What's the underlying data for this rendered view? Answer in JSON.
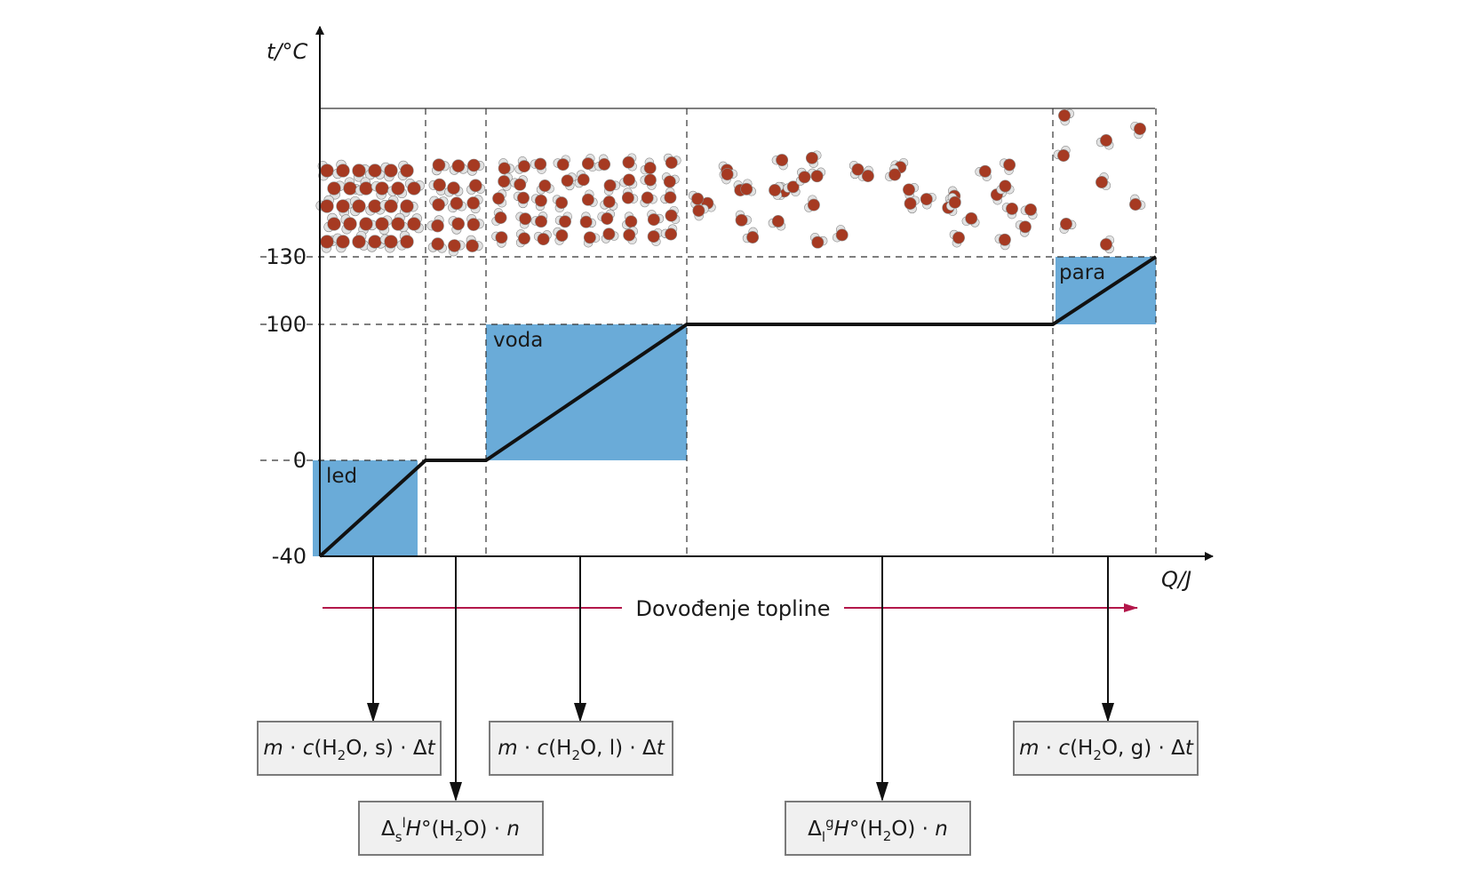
{
  "diagram": {
    "y_axis_label": "t/°C",
    "x_axis_label": "Q/J",
    "y_ticks": [
      "130",
      "100",
      "0",
      "-40"
    ],
    "phase_labels": {
      "solid": "led",
      "liquid": "voda",
      "gas": "para"
    },
    "heat_arrow_label": "Dovođenje topline",
    "colors": {
      "region_fill": "#6aabd8",
      "curve": "#111111",
      "heat_arrow": "#b3174a",
      "box_fill": "#f0f0f0",
      "box_border": "#7a7a7a",
      "molecule_oxygen": "#a63a22",
      "molecule_hydrogen": "#e2e2e2"
    },
    "formulas": {
      "solid_heat": {
        "m": "m",
        "dot1": " · ",
        "c": "c",
        "pre": "(H",
        "sub": "2",
        "post": "O, s) · Δ",
        "t": "t"
      },
      "melting": {
        "delta": "Δ",
        "sub": "s",
        "sup": "l",
        "H": "H",
        "post": "°(H",
        "sub2": "2",
        "post2": "O) · ",
        "n": "n"
      },
      "liquid_heat": {
        "m": "m",
        "dot1": " · ",
        "c": "c",
        "pre": "(H",
        "sub": "2",
        "post": "O, l) · Δ",
        "t": "t"
      },
      "vaporization": {
        "delta": "Δ",
        "sub": "l",
        "sup": "g",
        "H": "H",
        "post": "°(H",
        "sub2": "2",
        "post2": "O) · ",
        "n": "n"
      },
      "gas_heat": {
        "m": "m",
        "dot1": " · ",
        "c": "c",
        "pre": "(H",
        "sub": "2",
        "post": "O, g) · Δ",
        "t": "t"
      }
    }
  }
}
